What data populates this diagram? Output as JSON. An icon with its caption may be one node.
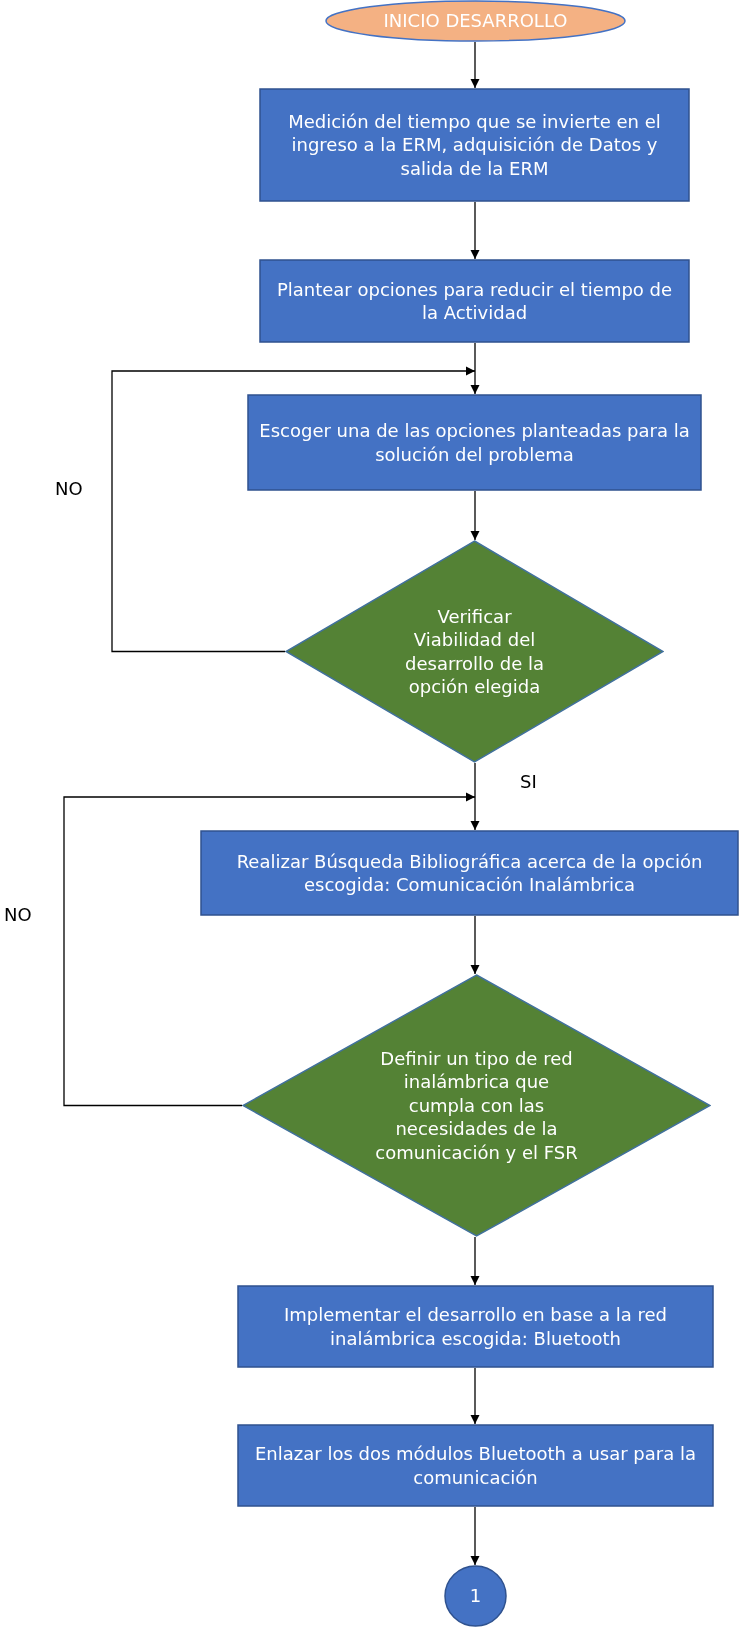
{
  "diagram": {
    "nodes": [
      {
        "text": [
          "INICIO DESARROLLO"
        ]
      },
      {
        "text": [
          "Medición del tiempo que se invierte en el ingreso a la ERM, adquisición de Datos y salida de la ERM"
        ]
      },
      {
        "text": [
          "Plantear opciones para reducir el tiempo de la Actividad"
        ]
      },
      {
        "text": [
          "Escoger una de las opciones planteadas para la solución del problema"
        ]
      },
      {
        "text": [
          "Verificar Viabilidad del desarrollo de la opción elegida"
        ]
      },
      {
        "text": [
          "Realizar Búsqueda Bibliográfica acerca de la opción escogida: Comunicación Inalámbrica"
        ]
      },
      {
        "text": [
          "Definir un tipo de red inalámbrica que cumpla con las necesidades de la comunicación y el FSR"
        ]
      },
      {
        "text": [
          "Implementar el desarrollo en base a la red inalámbrica escogida: Bluetooth"
        ]
      },
      {
        "text": [
          "Enlazar los dos módulos Bluetooth a usar para la comunicación"
        ]
      },
      {
        "text": [
          "1"
        ]
      }
    ],
    "edges": [
      {
        "from": 0,
        "to": 1,
        "arrow": "to"
      },
      {
        "from": 1,
        "to": 2,
        "arrow": "to"
      },
      {
        "from": 2,
        "to": 3,
        "arrow": "to"
      },
      {
        "from": 3,
        "to": 4,
        "arrow": "to"
      },
      {
        "from": 4,
        "to": 3,
        "arrow": "to",
        "label": "NO"
      },
      {
        "from": 4,
        "to": 5,
        "arrow": "to",
        "label": "SI"
      },
      {
        "from": 5,
        "to": 6,
        "arrow": "to"
      },
      {
        "from": 6,
        "to": 5,
        "arrow": "to",
        "label": "NO"
      },
      {
        "from": 6,
        "to": 7,
        "arrow": "to"
      },
      {
        "from": 7,
        "to": 8,
        "arrow": "to"
      },
      {
        "from": 8,
        "to": 9,
        "arrow": "to"
      }
    ]
  }
}
